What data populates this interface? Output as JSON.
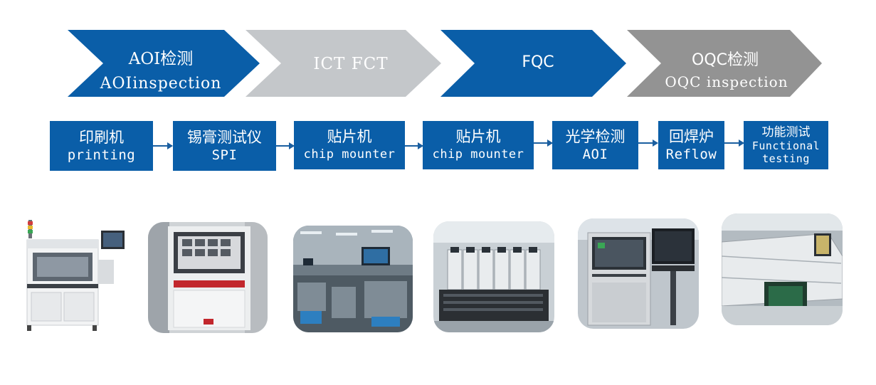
{
  "stages": [
    {
      "id": "aoi",
      "line1": "AOI检测",
      "line2": "AOIinspection",
      "color": "#0a5ea8"
    },
    {
      "id": "ict",
      "line1": "ICT FCT",
      "line2": "",
      "color": "#c4c7ca"
    },
    {
      "id": "fqc",
      "line1": "FQC",
      "line2": "",
      "color": "#0a5ea8"
    },
    {
      "id": "oqc",
      "line1": "OQC检测",
      "line2": "OQC inspection",
      "color": "#939393"
    }
  ],
  "steps": [
    {
      "zh": "印刷机",
      "en": "printing"
    },
    {
      "zh": "锡膏测试仪",
      "en": "SPI"
    },
    {
      "zh": "贴片机",
      "en": "chip mounter"
    },
    {
      "zh": "贴片机",
      "en": "chip mounter"
    },
    {
      "zh": "光学检测",
      "en": "AOI"
    },
    {
      "zh": "回焊炉",
      "en": "Reflow"
    },
    {
      "zh": "功能测试",
      "en": "Functional testing"
    }
  ],
  "photos": [
    {
      "name": "printing-machine-photo"
    },
    {
      "name": "spi-machine-photo"
    },
    {
      "name": "production-floor-photo"
    },
    {
      "name": "chip-mounter-line-photo"
    },
    {
      "name": "aoi-machine-photo"
    },
    {
      "name": "reflow-oven-photo"
    }
  ]
}
